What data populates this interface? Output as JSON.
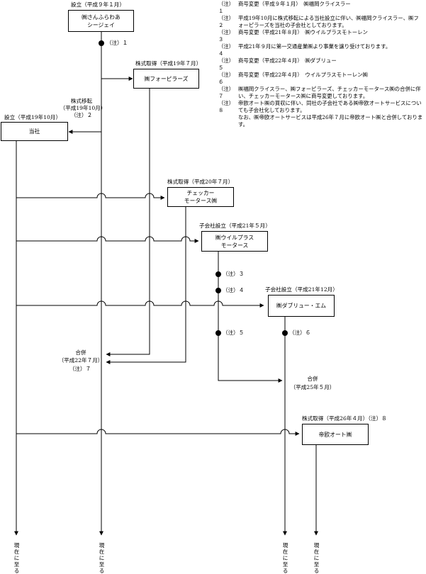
{
  "entities": {
    "sanfurawa": {
      "line1": "㈱さんふらわあ",
      "line2": "シージェイ"
    },
    "follow": {
      "line1": "㈱フォーピラーズ"
    },
    "tosha": {
      "line1": "当社"
    },
    "checker": {
      "line1": "チェッカー",
      "line2": "モータース㈱"
    },
    "wilplus": {
      "line1": "㈱ウイルプラス",
      "line2": "モータース"
    },
    "double": {
      "line1": "㈱ダブリュー・エム"
    },
    "teikyo": {
      "line1": "帝欧オート㈱"
    }
  },
  "labels": {
    "setsuritsu1": "設立（平成９年１月）",
    "kabushiki19": "株式取得（平成19年７月）",
    "iten_title": "株式移転",
    "iten_date": "（平成19年10月）",
    "iten_note": "（注）２",
    "setsuritsu2": "設立（平成19年10月）",
    "kabushiki20": "株式取得（平成20年７月）",
    "kogaisha21_5": "子会社設立（平成21年５月）",
    "kogaisha21_12": "子会社設立（平成21年12月）",
    "gappei_title": "合併",
    "gappei_date": "（平成22年７月）",
    "gappei_note": "（注）７",
    "gappei2_title": "合併",
    "gappei2_date": "（平成25年５月）",
    "kabushiki26": "株式取得（平成26年４月）（注）８",
    "dot1": "（注）１",
    "dot3": "（注）３",
    "dot4": "（注）４",
    "dot5": "（注）５",
    "dot6": "（注）６",
    "genzai": "現在に至る"
  },
  "notes": [
    {
      "num": "（注）１",
      "text": "商号変更（平成９年１月）　㈱福岡クライスラー"
    },
    {
      "num": "（注）２",
      "text": "平成19年10月に株式移転による当社設立に伴い、㈱福岡クライスラー、㈱フォーピラーズを当社の子会社としております。"
    },
    {
      "num": "（注）３",
      "text": "商号変更（平成21年８月）　㈱ウイルプラスモトーレン"
    },
    {
      "num": "（注）４",
      "text": "平成21年９月に第一交通産業㈱より事業を譲り受けております。"
    },
    {
      "num": "（注）５",
      "text": "商号変更（平成22年４月）　㈱ダブリュー"
    },
    {
      "num": "（注）６",
      "text": "商号変更（平成22年４月）　ウイルプラスモトーレン㈱"
    },
    {
      "num": "（注）７",
      "text": "㈱福岡クライスラー、㈱フォーピラーズ、チェッカーモータース㈱の合併に伴い、チェッカーモータース㈱に商号変更しております。"
    },
    {
      "num": "（注）８",
      "text": "帝欧オート㈱の買収に伴い、同社の子会社である㈱帝欧オートサービスについても子会社化しております。"
    },
    {
      "num": "",
      "text": "なお、㈱帝欧オートサービスは平成26年７月に帝欧オート㈱と合併しております。"
    }
  ]
}
